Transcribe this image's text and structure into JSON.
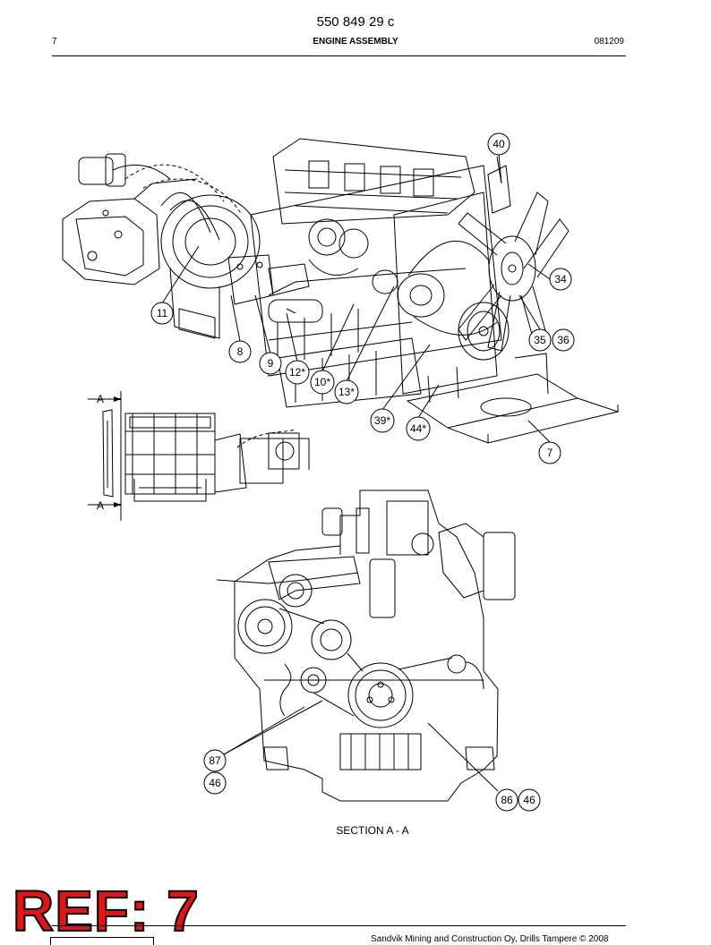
{
  "header": {
    "doc_number": "550 849 29 c",
    "page_number": "7",
    "title": "ENGINE ASSEMBLY",
    "date_code": "081209"
  },
  "callouts": {
    "c40": "40",
    "c34": "34",
    "c35": "35",
    "c36": "36",
    "c11": "11",
    "c8": "8",
    "c9": "9",
    "c12": "12*",
    "c10": "10*",
    "c13": "13*",
    "c39": "39*",
    "c44": "44*",
    "c7": "7",
    "c87": "87",
    "c46a": "46",
    "c86": "86",
    "c46b": "46"
  },
  "section_marks": {
    "upper": "A",
    "lower": "A"
  },
  "section_caption": "SECTION A - A",
  "stamp": "REF: 7",
  "footer": "Sandvik Mining and Construction Oy, Drills Tampere © 2008",
  "colors": {
    "stamp_fill": "#e01515",
    "line": "#000000"
  }
}
